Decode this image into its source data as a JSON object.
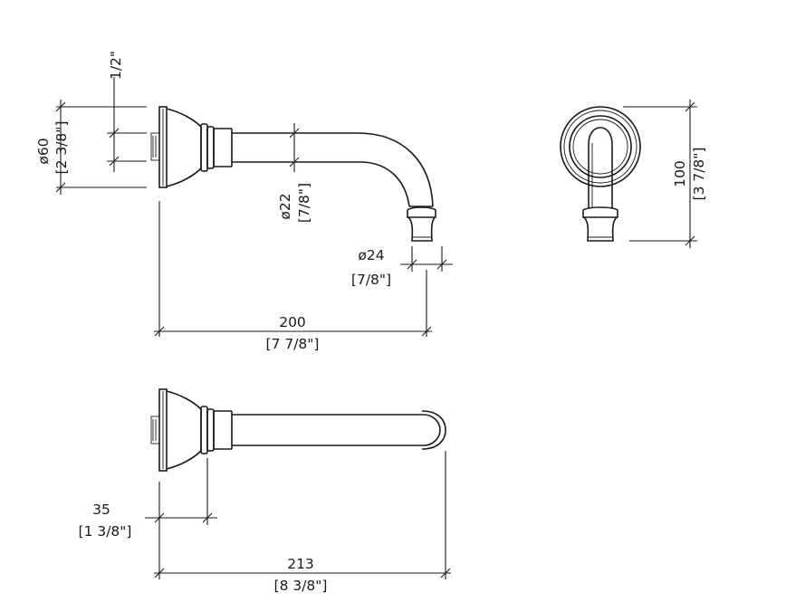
{
  "dimensions": {
    "thread": {
      "value": "1/2\""
    },
    "flange_dia": {
      "value": "ø60",
      "imperial": "[2 3/8\"]"
    },
    "spout_dia": {
      "value": "ø22",
      "imperial": "[7/8\"]"
    },
    "outlet_dia": {
      "value": "ø24",
      "imperial": "[7/8\"]"
    },
    "projection": {
      "value": "200",
      "imperial": "[7 7/8\"]"
    },
    "height": {
      "value": "100",
      "imperial": "[3 7/8\"]"
    },
    "flange_depth": {
      "value": "35",
      "imperial": "[1 3/8\"]"
    },
    "overall_length": {
      "value": "213",
      "imperial": "[8 3/8\"]"
    }
  }
}
